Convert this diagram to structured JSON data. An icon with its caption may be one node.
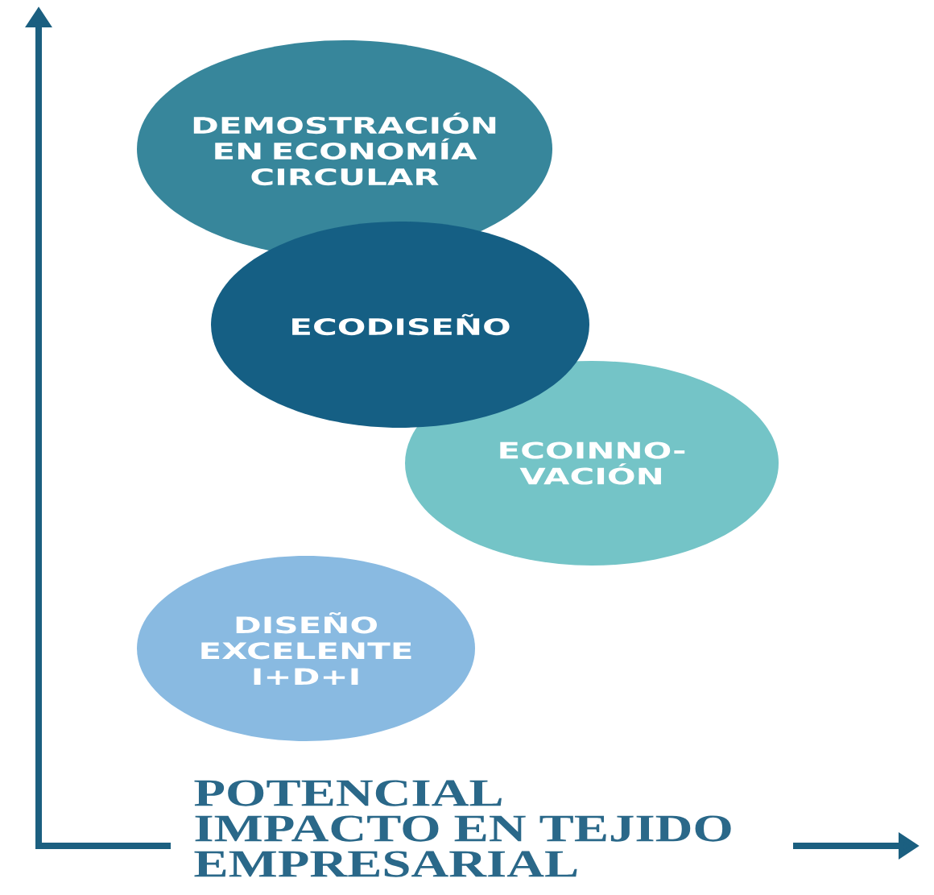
{
  "diagram": {
    "nodes": [
      {
        "text": [
          "DEMOSTRACIÓN EN ECONOMÍA CIRCULAR"
        ]
      },
      {
        "text": [
          "ECODISEÑO"
        ]
      },
      {
        "text": [
          "ECOINNO- VACIÓN"
        ]
      },
      {
        "text": [
          "DISEÑO EXCELENTE I+D+I"
        ]
      }
    ],
    "labels": [
      "POTENCIAL IMPACTO EN TEJIDO EMPRESARIAL"
    ]
  }
}
